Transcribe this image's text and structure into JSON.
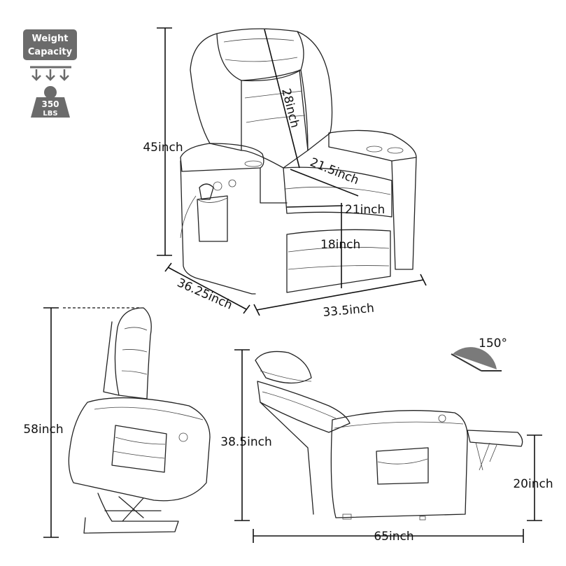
{
  "badge": {
    "title_line1": "Weight",
    "title_line2": "Capacity",
    "weight_value": "350",
    "weight_unit": "LBS",
    "color": "#6b6b6b"
  },
  "front_view": {
    "height": "45inch",
    "backrest_height": "28inch",
    "seat_depth": "21.5inch",
    "seat_width": "21inch",
    "seat_height": "18inch",
    "depth": "36.25inch",
    "width": "33.5inch"
  },
  "lift_view": {
    "height": "58inch"
  },
  "recline_view": {
    "angle": "150°",
    "height": "38.5inch",
    "footrest_height": "20inch",
    "length": "65inch"
  }
}
